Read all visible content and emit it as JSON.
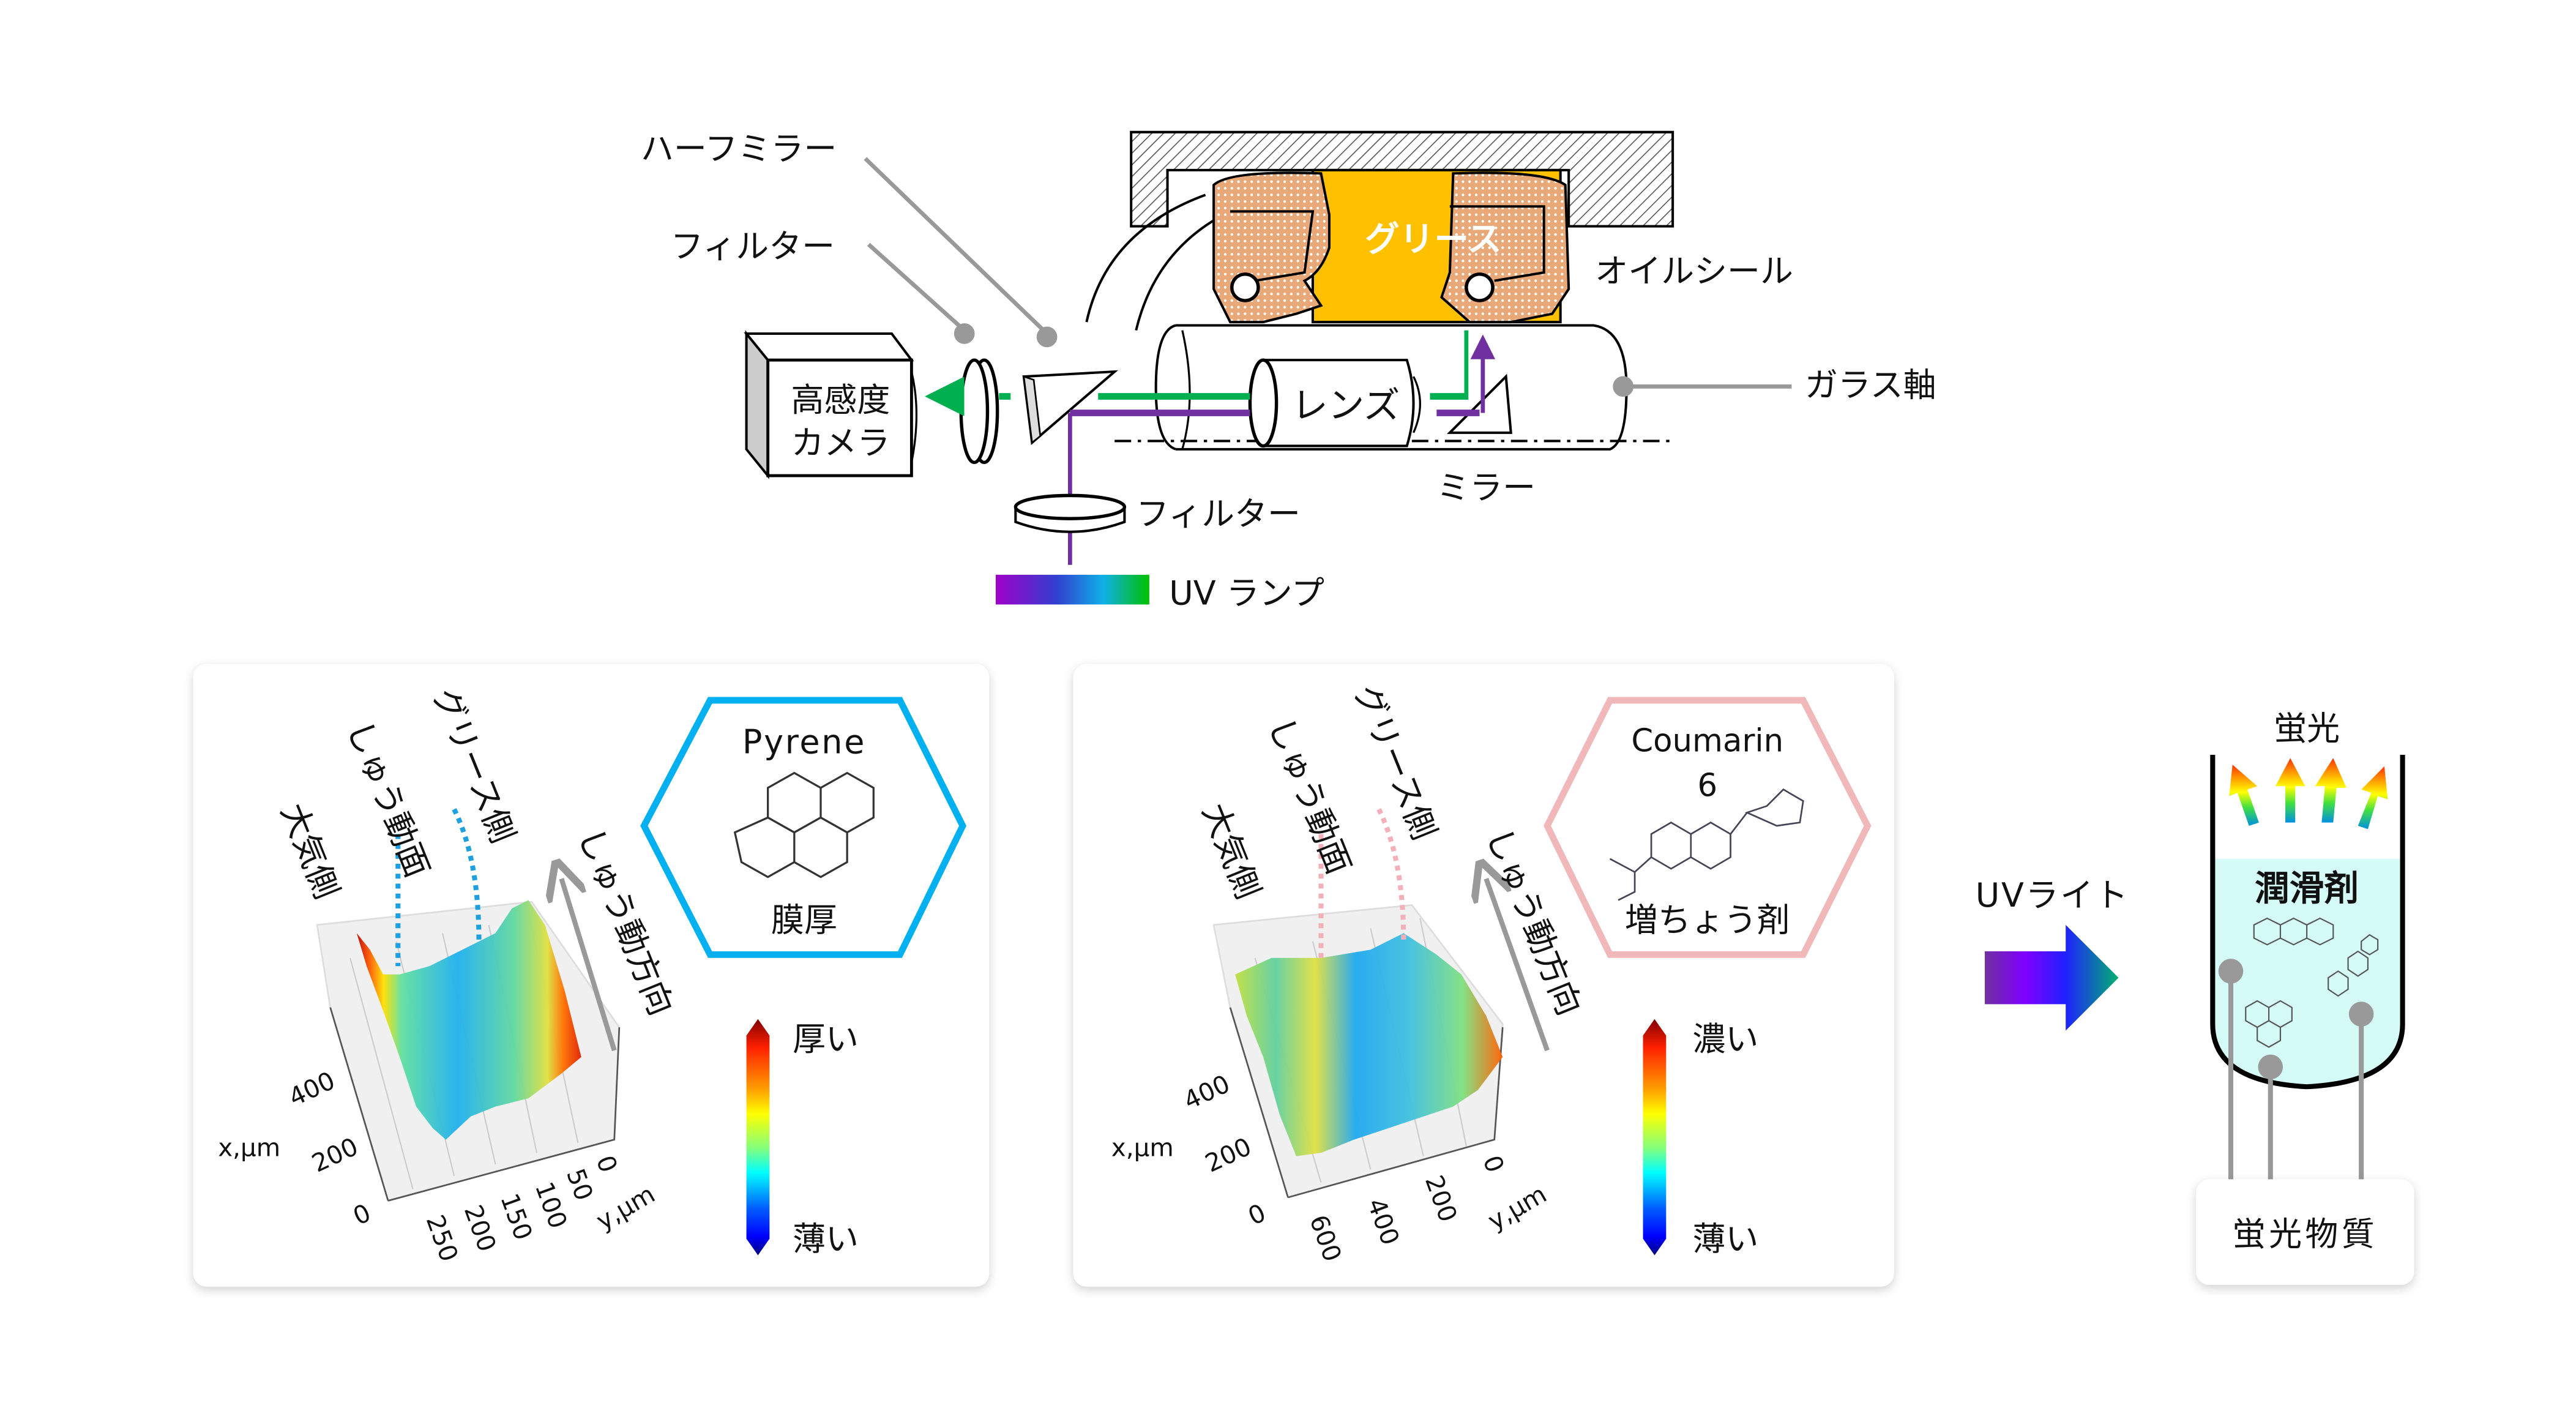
{
  "top_diagram": {
    "half_mirror": "ハーフミラー",
    "filter_upper": "フィルター",
    "grease": "グリース",
    "oil_seal": "オイルシール",
    "glass_shaft": "ガラス軸",
    "camera_line1": "高感度",
    "camera_line2": "カメラ",
    "lens": "レンズ",
    "mirror": "ミラー",
    "filter_lower": "フィルター",
    "uv_lamp": "UV ランプ"
  },
  "panel_pyrene": {
    "label_atmosphere": "大気側",
    "label_sliding_surface": "しゅう動面",
    "label_grease_side": "グリース側",
    "label_sliding_direction": "しゅう動方向",
    "compound": "Pyrene",
    "measure": "膜厚",
    "scale_high": "厚い",
    "scale_low": "薄い",
    "x_axis_label": "x,µm",
    "x_ticks": [
      "400",
      "200",
      "0"
    ],
    "y_axis_label": "y,µm",
    "y_ticks": [
      "250",
      "200",
      "150",
      "100",
      "50",
      "0"
    ]
  },
  "panel_coumarin": {
    "label_atmosphere": "大気側",
    "label_sliding_surface": "しゅう動面",
    "label_grease_side": "グリース側",
    "label_sliding_direction": "しゅう動方向",
    "compound_line1": "Coumarin",
    "compound_line2": "6",
    "measure": "増ちょう剤",
    "scale_high": "濃い",
    "scale_low": "薄い",
    "x_axis_label": "x,µm",
    "x_ticks": [
      "400",
      "200",
      "0"
    ],
    "y_axis_label": "y,µm",
    "y_ticks": [
      "600",
      "400",
      "200",
      "0"
    ]
  },
  "right_diagram": {
    "uv_light": "UVライト",
    "fluorescence": "蛍光",
    "lubricant": "潤滑剤",
    "fluorescent_substance": "蛍光物質"
  },
  "colors": {
    "grease": "#FFC000",
    "seal": "#E8A878",
    "green_beam": "#00B050",
    "purple_beam": "#7030A0",
    "pyrene_hex": "#00B0F0",
    "coumarin_hex": "#F0B8B8",
    "lubricant": "#D4FBF5"
  }
}
